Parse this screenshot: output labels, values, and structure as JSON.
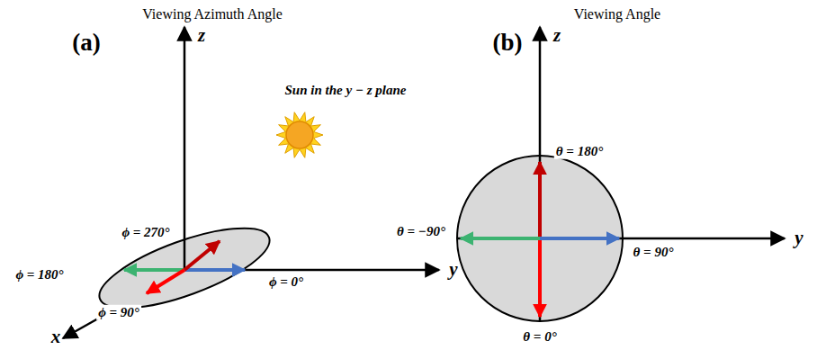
{
  "diagram": {
    "labels": [
      "Viewing Azimuth Angle",
      "Viewing Angle",
      "(a)",
      "(b)",
      "z",
      "y",
      "x",
      "Sun in the y − z plane",
      "ϕ = 270°",
      "ϕ = 180°",
      "ϕ = 0°",
      "ϕ = 90°",
      "z",
      "y",
      "θ = 180°",
      "θ = −90°",
      "θ = 90°",
      "θ = 0°"
    ]
  }
}
